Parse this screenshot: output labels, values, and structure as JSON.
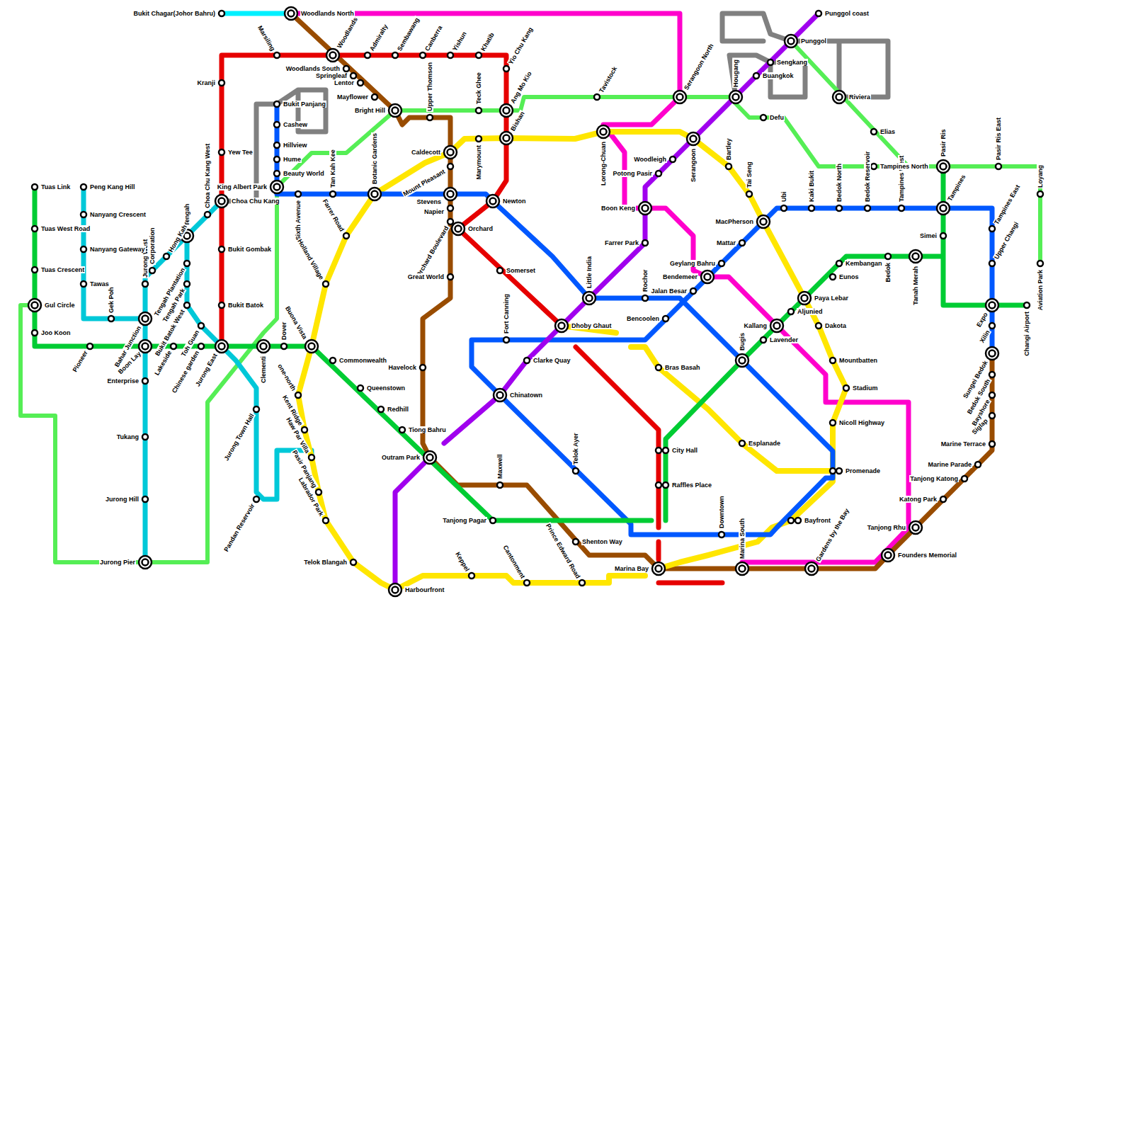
{
  "diagram": {
    "labels": [
      "Bukit Chagar(Johor Bahru)",
      "Woodlands North",
      "Marsiling",
      "Woodlands",
      "Admiralty",
      "Sembawang",
      "Canberra",
      "Yishun",
      "Khatib",
      "Yio Chu Kang",
      "Ang Mo Kio",
      "Bishan",
      "Kranji",
      "Yew Tee",
      "Choa Chu Kang",
      "Bukit Gombak",
      "Bukit Batok",
      "Jurong East",
      "Woodlands South",
      "Springleaf",
      "Lentor",
      "Mayflower",
      "Bright Hill",
      "Upper Thomson",
      "Caldecott",
      "Mount Pleasant",
      "Stevens",
      "Napier",
      "Orchard Boulevard",
      "Orchard",
      "Great World",
      "Havelock",
      "Outram Park",
      "Maxwell",
      "Shenton Way",
      "Marina Bay",
      "Marina South",
      "Gardens by the Bay",
      "Founders Memorial",
      "Tanjong Rhu",
      "Katong Park",
      "Tanjong Katong",
      "Marine Parade",
      "Marine Terrace",
      "Siglap",
      "Bayshore",
      "Bedok South",
      "Sungei Bedok",
      "Xilin",
      "Expo",
      "Upper Changi",
      "Tampines East",
      "Tampines",
      "Tampines West",
      "Bedok Reservoir",
      "Bedok North",
      "Kaki Bukit",
      "Ubi",
      "MacPherson",
      "Mattar",
      "Geylang Bahru",
      "Bendemeer",
      "Jalan Besar",
      "Bencoolen",
      "Rochor",
      "Little India",
      "Newton",
      "Botanic Gardens",
      "Tan Kah Kee",
      "Sixth Avenue",
      "King Albert Park",
      "Beauty World",
      "Hume",
      "Hillview",
      "Cashew",
      "Bukit Panjang",
      "Fort Canning",
      "Chinatown",
      "Telok Ayer",
      "Downtown",
      "Bayfront",
      "Promenade",
      "Bugis",
      "Dhoby Ghaut",
      "Clarke Quay",
      "Farrer Park",
      "Boon Keng",
      "Potong Pasir",
      "Woodleigh",
      "Serangoon",
      "Hougang",
      "Buangkok",
      "Sengkang",
      "Punggol",
      "Punggol coast",
      "Harbourfront",
      "Serangoon North",
      "Tavistock",
      "Lorong-Chuan",
      "Defu",
      "Riviera",
      "Elias",
      "Tampines North",
      "Pasir Ris",
      "Pasir Ris East",
      "Loyang",
      "Aviation Park",
      "Changi Airport",
      "Simei",
      "Tanah Merah",
      "Bedok",
      "Kembangan",
      "Eunos",
      "Paya Lebar",
      "Aljunied",
      "Kallang",
      "Lavender",
      "Dakota",
      "Mountbatten",
      "Stadium",
      "Nicoll Highway",
      "Esplanade",
      "Bras Basah",
      "City Hall",
      "Raffles Place",
      "Bartley",
      "Tai Seng",
      "Marymount",
      "Teck Ghee",
      "Somerset",
      "Tanjong Pagar",
      "Tiong Bahru",
      "Redhill",
      "Queenstown",
      "Commonwealth",
      "Buona Vista",
      "Dover",
      "Clementi",
      "Farrer Road",
      "Holland Village",
      "one-north",
      "Kent Ridge",
      "Haw Par Villa",
      "Pasir Panjang",
      "Labrador Park",
      "Telok Blangah",
      "Keppel",
      "Cantonment",
      "Prince Edward Road",
      "Jurong Town Hall",
      "Pandan Reservoir",
      "Toh Guan",
      "Bukit Batok West",
      "Tengah Park",
      "Tengah Plantation",
      "Tengah",
      "Choa Chu Kang West",
      "Hong Kah",
      "Corporation",
      "Jurong West",
      "Bahar Junction",
      "Boon Lay",
      "Lakeside",
      "Chinese garden",
      "Pioneer",
      "Gek Poh",
      "Tawas",
      "Nanyang Gateway",
      "Nanyang Crescent",
      "Peng Kang Hill",
      "Tuas Link",
      "Tuas West Road",
      "Tuas Crescent",
      "Gul Circle",
      "Joo Koon",
      "Enterprise",
      "Tukang",
      "Jurong Hill",
      "Jurong Pier"
    ]
  }
}
